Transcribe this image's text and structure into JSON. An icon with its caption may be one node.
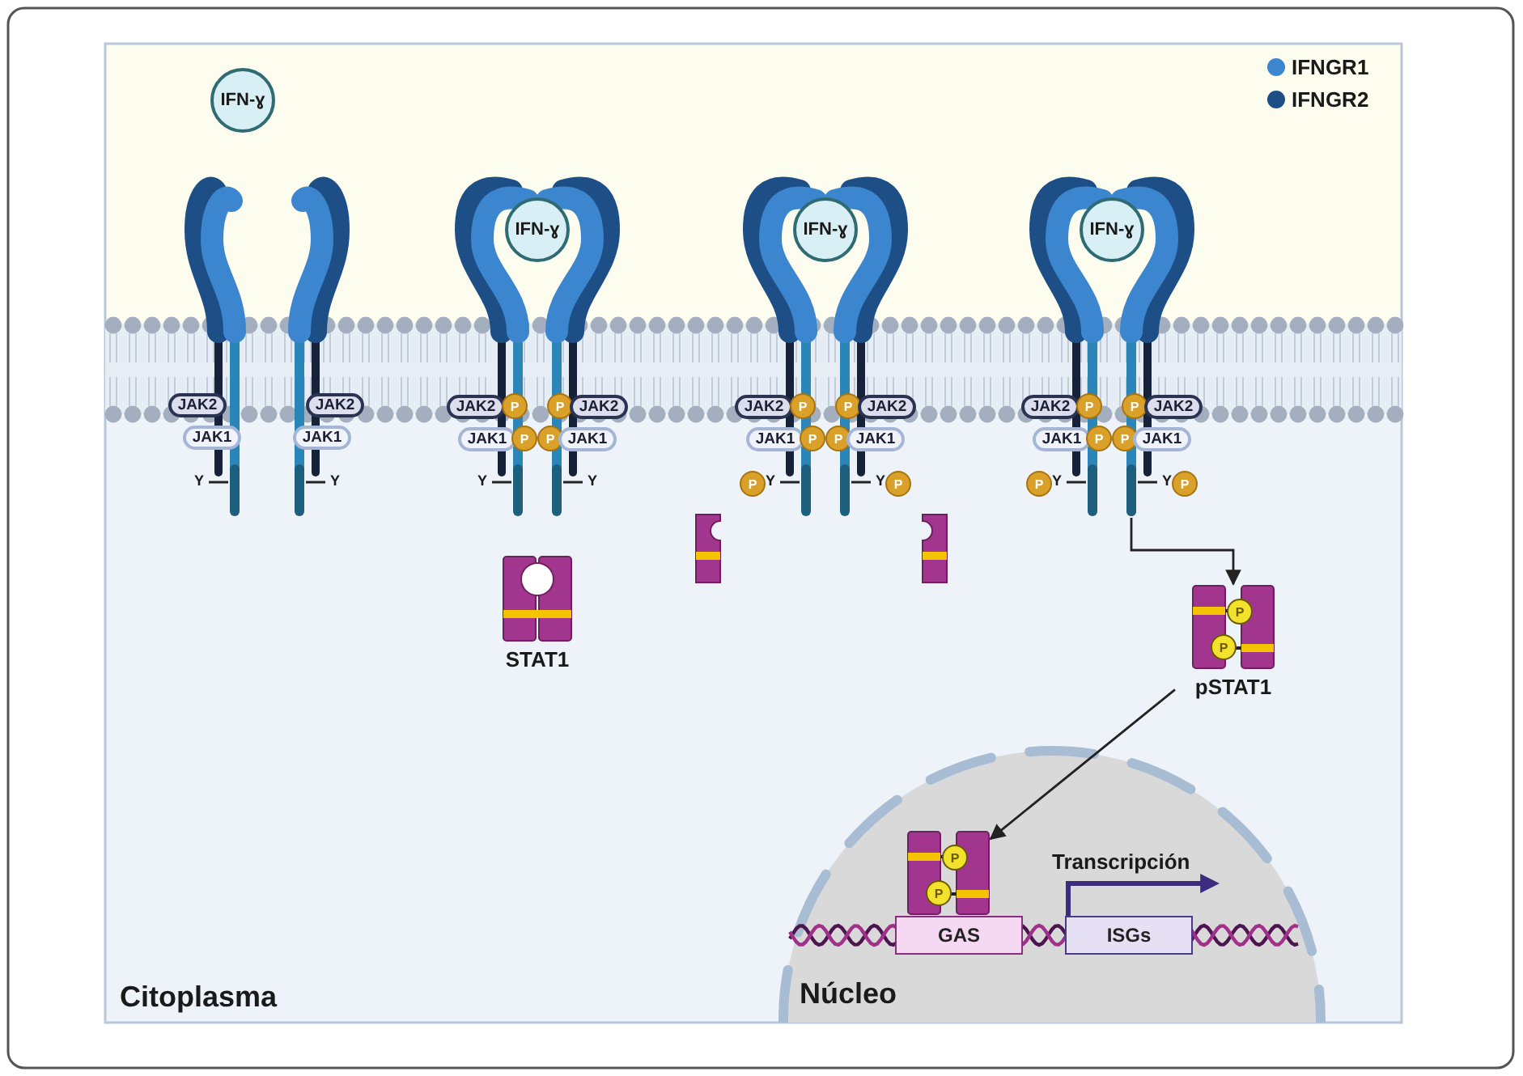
{
  "diagram": {
    "nodes": [
      {
        "text": [
          "IFN-ɣ"
        ]
      },
      {
        "text": [
          "JAK2"
        ]
      },
      {
        "text": [
          "JAK1"
        ]
      },
      {
        "text": [
          "JAK2"
        ]
      },
      {
        "text": [
          "JAK1"
        ]
      },
      {
        "text": [
          "IFN-ɣ"
        ]
      },
      {
        "text": [
          "JAK2"
        ]
      },
      {
        "text": [
          "P"
        ]
      },
      {
        "text": [
          "P"
        ]
      },
      {
        "text": [
          "JAK2"
        ]
      },
      {
        "text": [
          "JAK1"
        ]
      },
      {
        "text": [
          "P"
        ]
      },
      {
        "text": [
          "P"
        ]
      },
      {
        "text": [
          "JAK1"
        ]
      },
      {
        "text": [
          "STAT1"
        ]
      },
      {
        "text": [
          "IFN-ɣ"
        ]
      },
      {
        "text": [
          "JAK2"
        ]
      },
      {
        "text": [
          "P"
        ]
      },
      {
        "text": [
          "P"
        ]
      },
      {
        "text": [
          "JAK2"
        ]
      },
      {
        "text": [
          "JAK1"
        ]
      },
      {
        "text": [
          "P"
        ]
      },
      {
        "text": [
          "P"
        ]
      },
      {
        "text": [
          "JAK1"
        ]
      },
      {
        "text": [
          "P"
        ]
      },
      {
        "text": [
          "P"
        ]
      },
      {
        "text": [
          "IFN-ɣ"
        ]
      },
      {
        "text": [
          "JAK2"
        ]
      },
      {
        "text": [
          "P"
        ]
      },
      {
        "text": [
          "P"
        ]
      },
      {
        "text": [
          "JAK2"
        ]
      },
      {
        "text": [
          "JAK1"
        ]
      },
      {
        "text": [
          "P"
        ]
      },
      {
        "text": [
          "P"
        ]
      },
      {
        "text": [
          "JAK1"
        ]
      },
      {
        "text": [
          "P"
        ]
      },
      {
        "text": [
          "P"
        ]
      },
      {
        "text": [
          "pSTAT1"
        ]
      },
      {
        "text": [
          "P"
        ],
        "in": 37
      },
      {
        "text": [
          "P"
        ],
        "in": 37
      },
      {
        "text": [
          "Núcleo"
        ]
      },
      {
        "text": [],
        "shape": "box",
        "in": 40
      },
      {
        "text": [
          "P"
        ],
        "in": 41
      },
      {
        "text": [
          "P"
        ],
        "in": 41
      },
      {
        "text": [
          "GAS"
        ],
        "in": 40
      },
      {
        "text": [
          "ISGs"
        ],
        "in": 40
      },
      {
        "text": [],
        "shape": "picture"
      }
    ],
    "edges": [
      {
        "from": 46,
        "to": 37,
        "arrow": "to"
      },
      {
        "from": 37,
        "to": 41,
        "arrow": "to"
      }
    ],
    "labels": [
      "Y",
      "Y",
      "Y",
      "Y",
      "Y",
      "Y",
      "Y",
      "Y",
      "Transcripción",
      "Citoplasma"
    ],
    "legend": [
      {
        "text": "IFNGR1",
        "color": "#3c85cf"
      },
      {
        "text": "IFNGR2",
        "color": "#1d4f86"
      }
    ]
  }
}
